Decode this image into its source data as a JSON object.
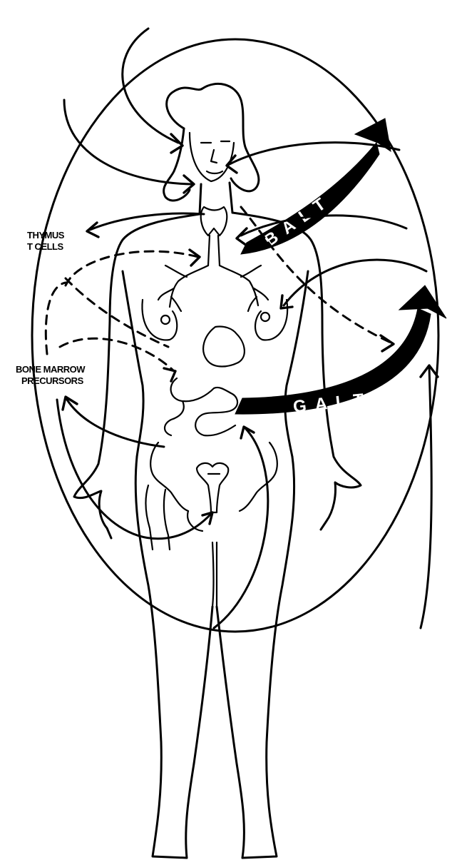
{
  "labels": {
    "thymus_line1": "THYMUS",
    "thymus_line2": "T CELLS",
    "bone_marrow_line1": "BONE MARROW",
    "bone_marrow_line2": "PRECURSORS",
    "balt": "BALT",
    "galt": "GALT"
  },
  "colors": {
    "ink": "#000000",
    "paper": "#ffffff"
  }
}
